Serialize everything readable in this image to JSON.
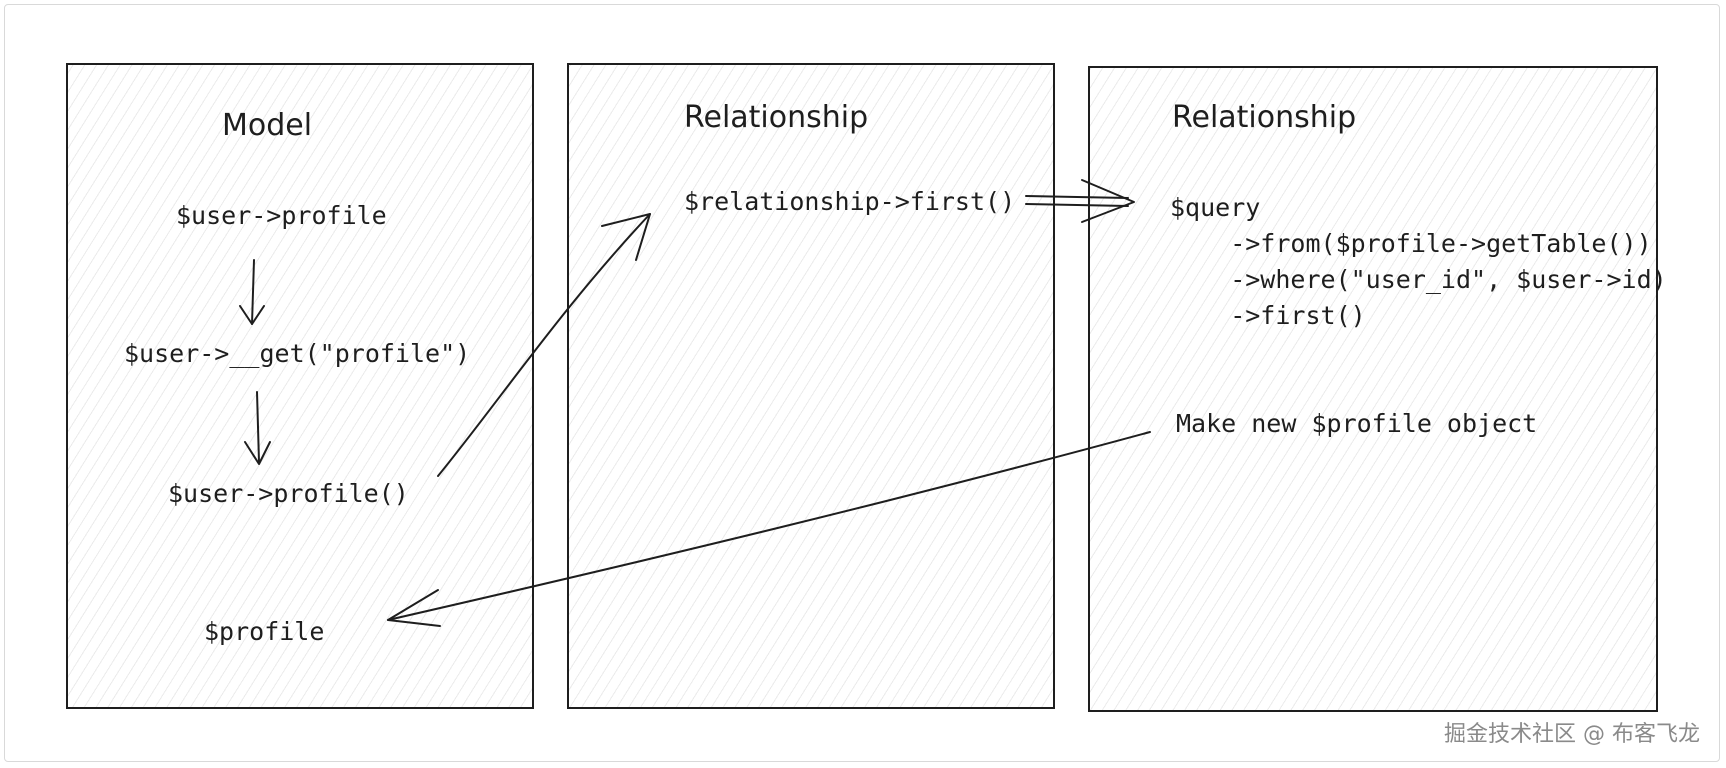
{
  "model_panel": {
    "title": "Model",
    "line1": "$user->profile",
    "line2": "$user->__get(\"profile\")",
    "line3": "$user->profile()",
    "line4": "$profile"
  },
  "relationship_panel": {
    "title": "Relationship",
    "line1": "$relationship->first()"
  },
  "query_panel": {
    "title": "Relationship",
    "code": [
      "$query",
      "    ->from($profile->getTable())",
      "    ->where(\"user_id\", $user->id)",
      "    ->first()"
    ],
    "note": "Make new $profile object"
  },
  "watermark": "掘金技术社区 @ 布客飞龙"
}
